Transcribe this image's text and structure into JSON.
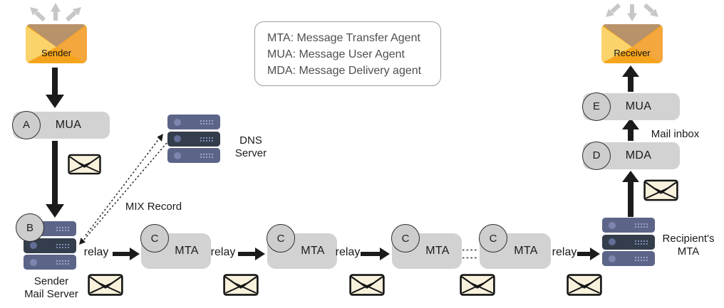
{
  "legend": {
    "lines": [
      "MTA: Message Transfer Agent",
      "MUA: Message User Agent",
      "MDA: Message Delivery agent"
    ]
  },
  "endpoints": {
    "sender_label": "Sender",
    "receiver_label": "Receiver"
  },
  "nodes": {
    "mua_a": {
      "badge": "A",
      "label": "MUA"
    },
    "mta_1": {
      "badge": "C",
      "label": "MTA"
    },
    "mta_2": {
      "badge": "C",
      "label": "MTA"
    },
    "mta_3": {
      "badge": "C",
      "label": "MTA"
    },
    "mta_4": {
      "badge": "C",
      "label": "MTA"
    },
    "mda": {
      "badge": "D",
      "label": "MDA"
    },
    "mua_e": {
      "badge": "E",
      "label": "MUA"
    }
  },
  "servers": {
    "sender_mail_server": {
      "badge": "B",
      "label": "Sender\nMail Server"
    },
    "dns_server": {
      "label": "DNS\nServer"
    },
    "recipients_mta": {
      "label": "Recipient's\nMTA"
    }
  },
  "labels": {
    "relay": "relay",
    "mix_record": "MIX Record",
    "mail_inbox": "Mail inbox"
  },
  "colors": {
    "node_gray": "#d2d2d2",
    "badge_gray": "#cdcdcd",
    "server_light": "#5c6488",
    "server_dark": "#343d4b",
    "envelope_orange": "#f6a41c",
    "envelope_yellow": "#fbd36b",
    "envelope_flap_tan": "#b8926b",
    "message_cream": "#f8f1dc",
    "arrow_black": "#1b1b1b",
    "arrow_gray": "#c7c7c7"
  }
}
